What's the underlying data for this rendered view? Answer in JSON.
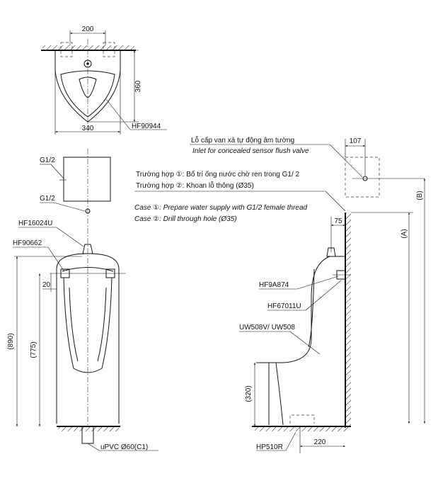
{
  "top_view": {
    "dim_width_top": "200",
    "dim_height": "360",
    "dim_width_bottom": "340",
    "part_label": "HF90944"
  },
  "front_view": {
    "g12_box_label": "G1/2",
    "g12_pipe_label": "G1/2",
    "part_valve": "HF16024U",
    "part_hanger": "HF90662",
    "dim_20": "20",
    "dim_890": "(890)",
    "dim_775": "(775)",
    "drain_label": "uPVC Ø60(C1)"
  },
  "notes": {
    "vn_inlet": "Lỗ cấp van xả tự động âm tường",
    "en_inlet": "Inlet for concealed sensor flush valve",
    "vn_case1": "Trường hợp ①: Bố trí ống nước chờ ren trong G1/ 2",
    "vn_case2": "Trường hợp ②: Khoan lỗ thông (Ø35)",
    "en_case1": "Case ①: Prepare water supply with G1/2 female thread",
    "en_case2": "Case ②: Drill through hole (Ø35)"
  },
  "side_view": {
    "dim_107": "107",
    "dim_75": "75",
    "dim_b": "(B)",
    "dim_a": "(A)",
    "part_hanger": "HF9A874",
    "part_bracket": "HF67011U",
    "part_urinal": "UW508V/ UW508",
    "dim_320": "(320)",
    "part_trap": "HP510R",
    "dim_220": "220"
  }
}
